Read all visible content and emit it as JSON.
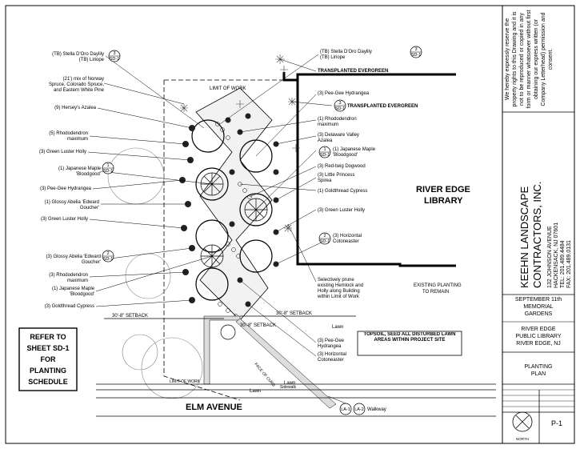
{
  "plant_labels_left": [
    "(TB) Stella D'Oro Daylily",
    "(TB) Liriope",
    "(21') mix of Norway",
    "Spruce, Colorado Spruce,",
    "and Eastern White Pine",
    "(9) Hersey's Azalea",
    "(5) Rhododendron",
    "maximum",
    "(3) Green Luster Holly",
    "(1) Japanese Maple",
    "'Bloodgood'",
    "(3) Pee-Gee Hydrangea",
    "(1) Glossy Abelia 'Edward",
    "Goucher'",
    "(3) Green Luster Holly",
    "(3) Glossy Abelia 'Edward",
    "Goucher'",
    "(3) Rhododendron",
    "maximum",
    "(1) Japanese Maple",
    "'Bloodgood'",
    "(3) Goldthread Cypress"
  ],
  "plant_labels_right": [
    "(TB) Stella D'Oro Daylily",
    "(TB) Liriope",
    "TRANSPLANTED EVERGREEN",
    "(3) Pee-Gee Hydrangea",
    "TRANSPLANTED EVERGREEN",
    "(1) Rhododendron",
    "maximum",
    "(3) Delaware Valley",
    "Azalea",
    "(1) Japanese Maple",
    "'Bloodgood'",
    "(3) Red-twig Dogwood",
    "(3) Little Princess",
    "Spirea",
    "(1) Goldthread Cypress",
    "(3) Green Luster Holly",
    "(3) Horizontal",
    "Cotoneaster",
    "Selectively prune",
    "existing Hemlock and",
    "Holly along Building",
    "within Limit of Work",
    "(3) Pee-Gee",
    "Hydrangea",
    "(3) Horizontal",
    "Cotoneaster"
  ],
  "callouts": {
    "d3": "3",
    "d3b": "3",
    "d1": "1",
    "d1b": "1",
    "d2": "2",
    "d2b": "2",
    "sheet": "SD-1",
    "la1": "LA-1",
    "la2": "LA-2"
  },
  "site": {
    "limit_of_work": "LIMIT OF WORK",
    "building_line1": "RIVER EDGE",
    "building_line2": "LIBRARY",
    "existing_line1": "EXISTING PLANTING",
    "existing_line2": "TO REMAIN",
    "setback_left": "30'-8\" SETBACK",
    "setback_right": "30'-8\" SETBACK",
    "setback_right2": "30'-8\" SETBACK",
    "lawn1": "Lawn",
    "lawn2": "Lawn",
    "lawn3": "Lawn",
    "sidewalk": "Sidewalk",
    "diag_road": "FACE OF CURB",
    "street": "ELM AVENUE",
    "walkway": "Walkway",
    "topsoil_note": "TOPSOIL, SEED ALL DISTURBED LAWN AREAS WITHIN PROJECT SITE"
  },
  "refer_note": [
    "REFER TO",
    "SHEET SD-1",
    "FOR",
    "PLANTING",
    "SCHEDULE"
  ],
  "title_block": {
    "copyright": "We hereby expressly reserve the property rights to this Drawing and it is not to be reproduced or copied in any form or manner whatsoever without first obtaining our express written (or Company Letterhead) permission and consent.",
    "company_line1": "KEEHN LANDSCAPE",
    "company_line2": "CONTRACTORS, INC.",
    "address1": "132 JOHNSON AVENUE",
    "address2": "HACKENSACK, NJ 07601",
    "phone": "TEL: 201.489.4484",
    "fax": "FAX: 201.489.0131",
    "project_line1": "SEPTEMBER 11th",
    "project_line2": "MEMORIAL",
    "project_line3": "GARDENS",
    "client_line1": "RIVER EDGE",
    "client_line2": "PUBLIC LIBRARY",
    "client_line3": "RIVER EDGE, NJ",
    "sheet_title1": "PLANTING",
    "sheet_title2": "PLAN",
    "sheet_number": "P-1",
    "north": "NORTH"
  }
}
